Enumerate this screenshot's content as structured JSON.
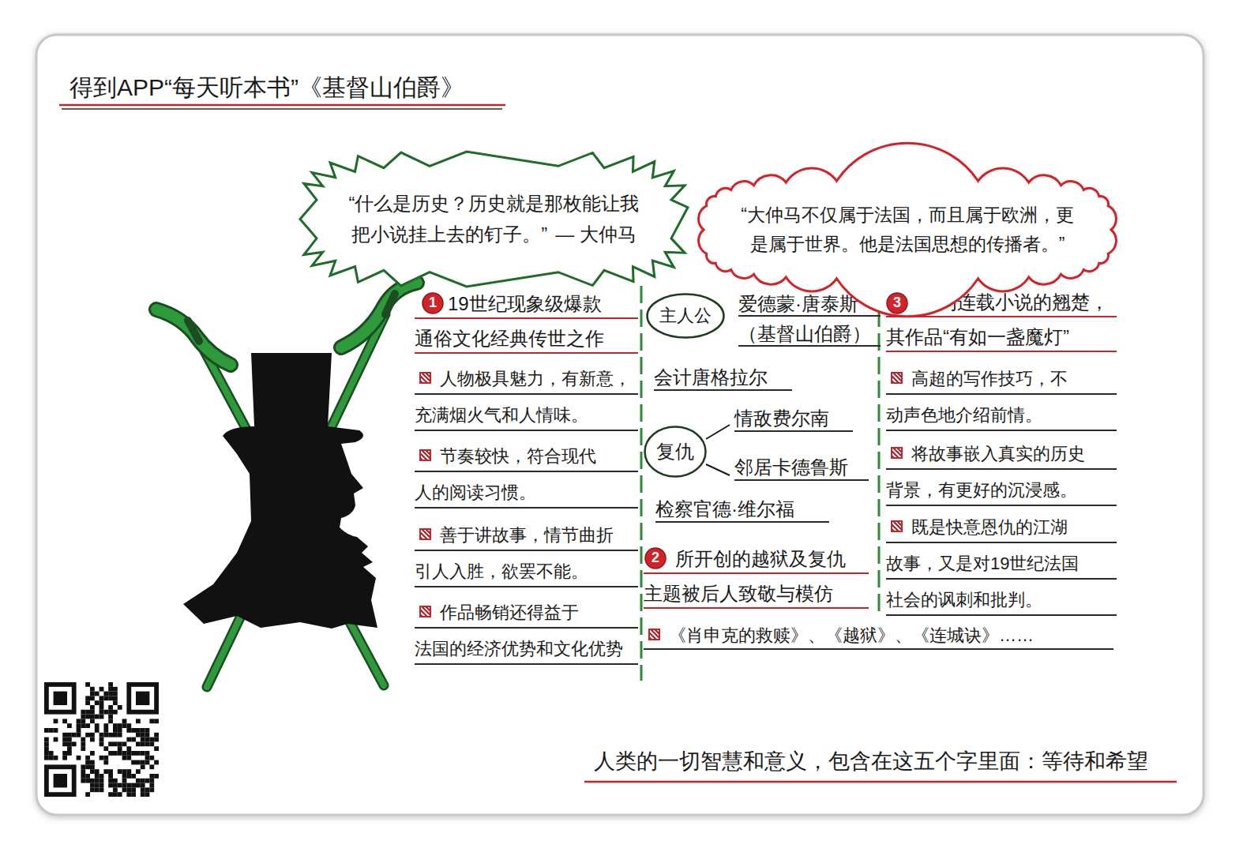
{
  "diagram": {
    "title": "得到APP“每天听本书”《基督山伯爵》",
    "caption": "人类的一切智慧和意义，包含在这五个字里面：等待和希望",
    "nodes": [
      {
        "text": [
          "“什么是历史？历史就是那枚能让我 把小说挂上去的钉子。”",
          "— 大仲马"
        ]
      },
      {
        "text": [
          "“大仲马不仅属于法国，而且属于欧洲，更 是属于世界。他是法国思想的传播者。”"
        ]
      },
      {
        "text": [
          "1"
        ]
      },
      {
        "text": [
          "主人公"
        ]
      },
      {
        "text": [
          "复仇"
        ]
      },
      {
        "text": [
          "2"
        ]
      },
      {
        "text": [
          "3"
        ]
      }
    ],
    "labels": [
      "19世纪现象级爆款 通俗文化经典传世之作",
      "人物极具魅力，有新意， 充满烟火气和人情味。",
      "节奏较快，符合现代 人的阅读习惯。",
      "善于讲故事，情节曲折 引人入胜，欲罢不能。",
      "作品畅销还得益于 法国的经济优势和文化优势",
      "爱德蒙·唐泰斯 （基督山伯爵）",
      "会计唐格拉尔",
      "情敌费尔南",
      "邻居卡德鲁斯",
      "检察官德·维尔福",
      "所开创的越狱及复仇 主题被后人致敬与模仿",
      "《肖申克的救赎》、《越狱》、《连城诀》……",
      "作为连载小说的翘楚， 其作品“有如一盏魔灯”",
      "高超的写作技巧，不 动声色地介绍前情。",
      "将故事嵌入真实的历史 背景，有更好的沉浸感。",
      "既是快意恩仇的江湖 故事，又是对19世纪法国 社会的讽刺和批判。"
    ]
  }
}
